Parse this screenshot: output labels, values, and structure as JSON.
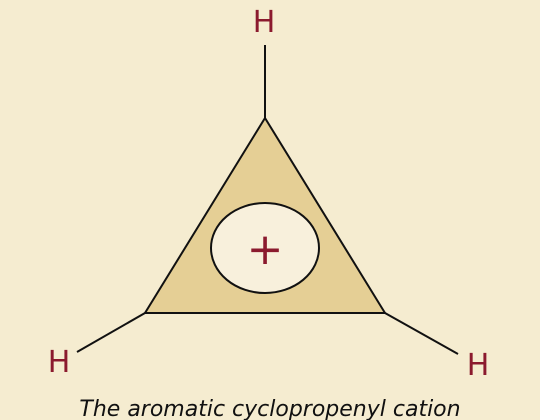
{
  "atoms": {
    "top": "H",
    "left": "H",
    "right": "H"
  },
  "charge": "+",
  "caption": "The aromatic cyclopropenyl cation",
  "colors": {
    "background": "#f5ecd0",
    "ring_fill": "#e5cf95",
    "charge_circle_fill": "#f8f0dc",
    "label_color": "#8b1a2e",
    "bond_color": "#111111"
  }
}
